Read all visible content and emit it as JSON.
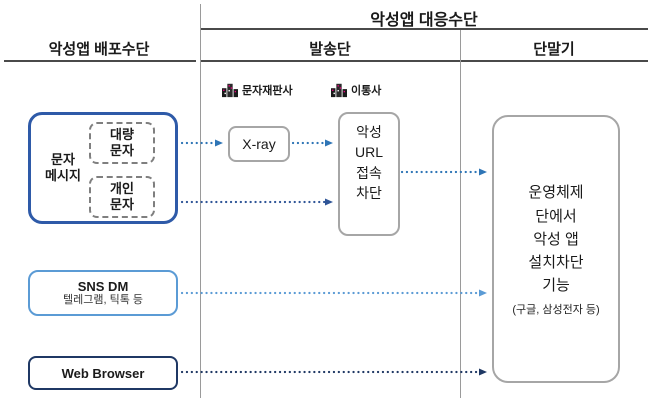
{
  "colors": {
    "sms_box_border": "#2e5aa8",
    "sns_box_border": "#5b9bd5",
    "web_box_border": "#1f3864",
    "gray_box_border": "#a6a6a6",
    "arrow_blue": "#2e75b6",
    "arrow_dark_blue": "#2f5597",
    "arrow_light_blue": "#5b9bd5",
    "arrow_navy": "#1f3864",
    "building_icon_accent": "#e6007e"
  },
  "headers": {
    "response_title": "악성앱 대응수단",
    "distribution_title": "악성앱 배포수단",
    "send_stage": "발송단",
    "device_stage": "단말기"
  },
  "distribution": {
    "sms_group_label": "문자\n메시지",
    "bulk_sms": "대량\n문자",
    "personal_sms": "개인\n문자",
    "sns_title": "SNS DM",
    "sns_subtitle": "텔레그램, 틱톡 등",
    "web_title": "Web Browser"
  },
  "send_stage": {
    "reseller_label": "문자재판사",
    "xray_label": "X-ray",
    "carrier_label": "이통사",
    "url_block_label": "악성\nURL\n접속\n차단"
  },
  "device_stage": {
    "os_block_label": "운영체제\n단에서\n악성 앱\n설치차단\n기능",
    "os_block_note": "(구글, 삼성전자 등)"
  }
}
